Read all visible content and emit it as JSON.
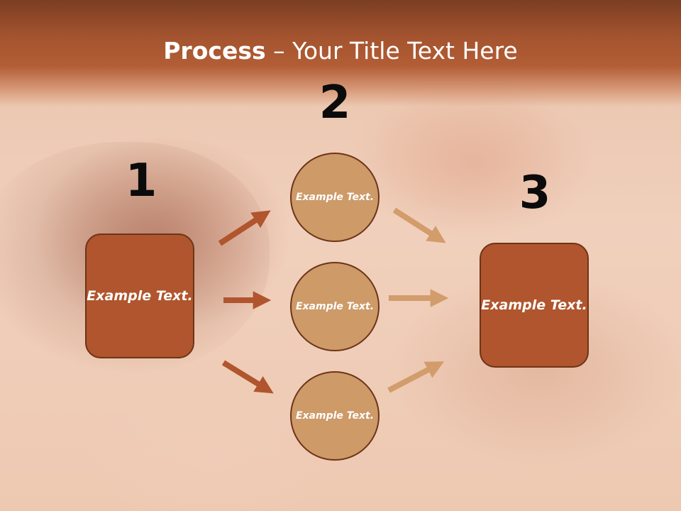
{
  "title": {
    "bold": "Process",
    "rest": " – Your Title Text Here"
  },
  "steps": [
    {
      "number": "1",
      "box_text": "Example Text."
    },
    {
      "number": "2"
    },
    {
      "number": "3",
      "box_text": "Example Text."
    }
  ],
  "circles": [
    {
      "text": "Example Text."
    },
    {
      "text": "Example Text."
    },
    {
      "text": "Example Text."
    }
  ],
  "colors": {
    "title_band": "#a4542f",
    "box_fill": "#b0552d",
    "circle_fill": "#cd9a68",
    "outline": "#6e3418",
    "arrow_dark": "#b0552d",
    "arrow_light": "#d29c6b"
  }
}
